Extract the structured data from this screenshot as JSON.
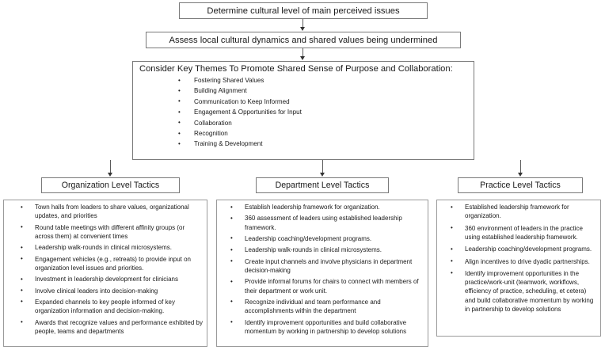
{
  "diagram": {
    "title": "Cultural level tactics flowchart",
    "colors": {
      "box_border": "#7a7a7a",
      "column_border": "#9a9a9a",
      "connector": "#5a5a5a",
      "arrow": "#333333",
      "text": "#1a1a1a",
      "background": "#ffffff"
    },
    "flow": {
      "step1": "Determine cultural level of main perceived issues",
      "step2": "Assess local cultural dynamics and shared values being undermined",
      "step3_title": "Consider Key Themes To Promote Shared Sense of Purpose and Collaboration:",
      "step3_items": [
        "Fostering Shared Values",
        "Building Alignment",
        "Communication to Keep Informed",
        "Engagement & Opportunities for Input",
        "Collaboration",
        "Recognition",
        "Training & Development"
      ]
    },
    "columns": [
      {
        "id": "organization",
        "header": "Organization Level Tactics",
        "items": [
          "Town halls from leaders to share values, organizational updates, and priorities",
          "Round table meetings with different affinity groups (or across them) at convenient times",
          "Leadership walk-rounds in clinical microsystems.",
          "Engagement vehicles (e.g., retreats) to provide input on organization level issues and priorities.",
          "Investment in leadership development for clinicians",
          "Involve clinical leaders into decision-making",
          "Expanded channels to key people informed of key organization information and decision-making.",
          "Awards that recognize values and performance exhibited by people, teams and departments"
        ]
      },
      {
        "id": "department",
        "header": "Department Level Tactics",
        "items": [
          "Establish leadership framework for organization.",
          "360 assessment of leaders using established leadership framework.",
          "Leadership coaching/development programs.",
          "Leadership walk-rounds in clinical microsystems.",
          "Create input channels and involve physicians in department decision-making",
          "Provide informal forums for chairs to connect with members of their department or work unit.",
          "Recognize individual and team performance and accomplishments within the  department",
          "Identify improvement opportunities and build collaborative momentum by working in partnership to develop solutions"
        ]
      },
      {
        "id": "practice",
        "header": "Practice Level Tactics",
        "items": [
          "Established leadership framework for organization.",
          "360 environment of leaders in the practice using established leadership framework.",
          "Leadership coaching/development programs.",
          "Align incentives to drive dyadic partnerships.",
          "Identify improvement opportunities in the practice/work-unit (teamwork, workflows, efficiency of practice, scheduling, et cetera) and build collaborative momentum by working in partnership to develop solutions"
        ]
      }
    ]
  }
}
